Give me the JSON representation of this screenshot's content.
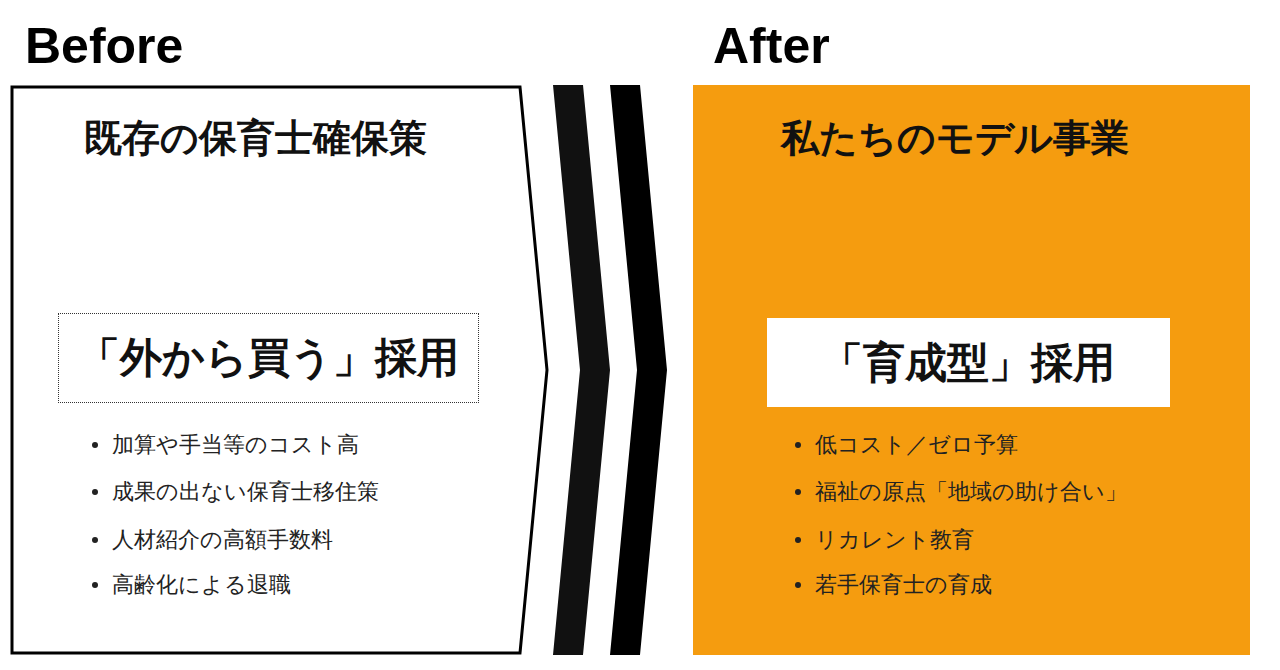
{
  "diagram": {
    "nodes": [
      {
        "text": [
          "Before",
          "既存の保育士確保策",
          "加算や手当等のコスト高",
          "成果の出ない保育士移住策",
          "人材紹介の高額手数料",
          "高齢化による退職"
        ]
      },
      {
        "text": [
          "「外から買う」採用"
        ],
        "in": 0
      },
      {
        "text": [
          "After",
          "私たちのモデル事業",
          "低コスト／ゼロ予算",
          "福祉の原点「地域の助け合い」",
          "リカレント教育",
          "若手保育士の育成"
        ]
      },
      {
        "text": [
          "「育成型」採用"
        ],
        "in": 2
      }
    ]
  }
}
